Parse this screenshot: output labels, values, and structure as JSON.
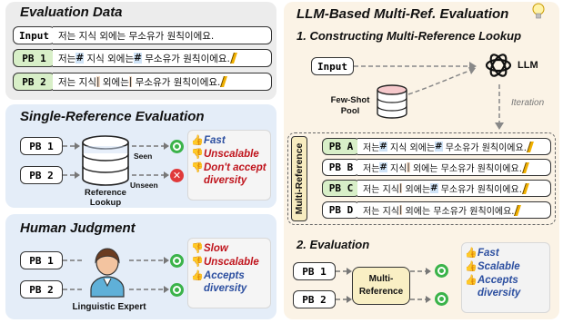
{
  "eval_data": {
    "title": "Evaluation Data",
    "input_tag": "Input",
    "input_sentence": "저는 지식 외에는 무소유가 원칙이에요.",
    "pb1_tag": "PB 1",
    "pb2_tag": "PB 2"
  },
  "single_ref": {
    "title": "Single-Reference Evaluation",
    "pb1": "PB 1",
    "pb2": "PB 2",
    "seen": "Seen",
    "unseen": "Unseen",
    "db_label_1": "Reference",
    "db_label_2": "Lookup",
    "notes": [
      "Fast",
      "Unscalable",
      "Don't accept",
      "diversity"
    ]
  },
  "human": {
    "title": "Human Judgment",
    "pb1": "PB 1",
    "pb2": "PB 2",
    "expert_label": "Linguistic Expert",
    "notes": [
      "Slow",
      "Unscalable",
      "Accepts",
      "diversity"
    ]
  },
  "llm": {
    "title": "LLM-Based Multi-Ref. Evaluation",
    "step1": "1. Constructing Multi-Reference Lookup",
    "input_tag": "Input",
    "llm_label": "LLM",
    "pool_1": "Few-Shot",
    "pool_2": "Pool",
    "iteration": "Iteration",
    "multi_ref_vertical": "Multi-Reference",
    "rows": [
      {
        "tag": "PB A",
        "green": true
      },
      {
        "tag": "PB B",
        "green": false
      },
      {
        "tag": "PB C",
        "green": true
      },
      {
        "tag": "PB D",
        "green": false
      }
    ],
    "step2": "2. Evaluation",
    "pb1": "PB 1",
    "pb2": "PB 2",
    "mr_1": "Multi-",
    "mr_2": "Reference",
    "notes": [
      "Fast",
      "Scalable",
      "Accepts",
      "diversity"
    ]
  },
  "colors": {
    "left_panel_top": "#ececec",
    "left_panel_mid": "#e4edf8",
    "right_panel": "#fbf3e6",
    "ok": "#3bb34a",
    "bad": "#e03a3a",
    "note_blue": "#2c4fa0",
    "note_red": "#c0141c"
  },
  "icons": [
    "lightbulb-icon",
    "thumbs-up-icon",
    "thumbs-down-icon",
    "database-icon",
    "check-icon",
    "cross-icon",
    "person-icon",
    "openai-logo-icon",
    "pencil-icon"
  ]
}
